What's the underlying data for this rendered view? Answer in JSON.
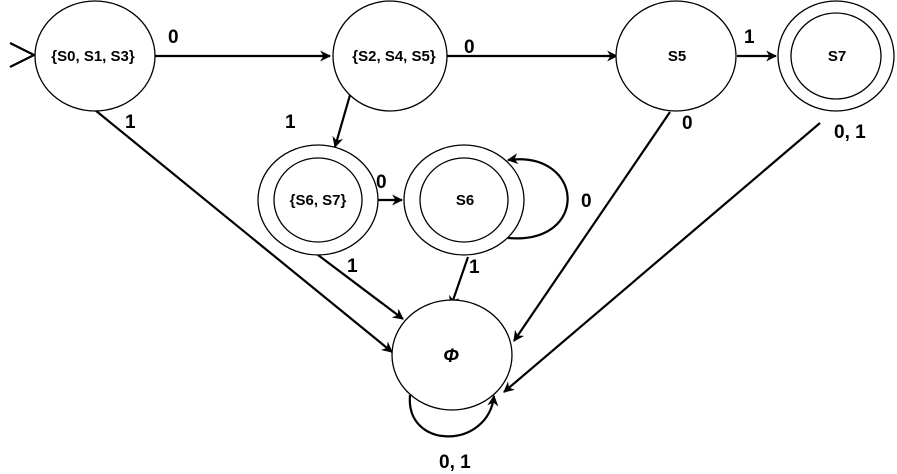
{
  "states": [
    {
      "id": "q0",
      "label": "{S0, S1, S3}",
      "accepting": false
    },
    {
      "id": "q1",
      "label": "{S2, S4, S5}",
      "accepting": false
    },
    {
      "id": "q2",
      "label": "S5",
      "accepting": false
    },
    {
      "id": "q3",
      "label": "S7",
      "accepting": true
    },
    {
      "id": "q4",
      "label": "{S6, S7}",
      "accepting": true
    },
    {
      "id": "q5",
      "label": "S6",
      "accepting": true
    },
    {
      "id": "q6",
      "label": "Φ",
      "accepting": false
    }
  ],
  "start_state": "q0",
  "transitions": [
    {
      "from": "q0",
      "to": "q1",
      "label": "0"
    },
    {
      "from": "q0",
      "to": "q6",
      "label": "1"
    },
    {
      "from": "q1",
      "to": "q2",
      "label": "0"
    },
    {
      "from": "q1",
      "to": "q4",
      "label": "1"
    },
    {
      "from": "q2",
      "to": "q3",
      "label": "1"
    },
    {
      "from": "q2",
      "to": "q6",
      "label": "0"
    },
    {
      "from": "q3",
      "to": "q6",
      "label": "0, 1"
    },
    {
      "from": "q4",
      "to": "q5",
      "label": "0"
    },
    {
      "from": "q4",
      "to": "q6",
      "label": "1"
    },
    {
      "from": "q5",
      "to": "q5",
      "label": "0"
    },
    {
      "from": "q5",
      "to": "q6",
      "label": "1"
    },
    {
      "from": "q6",
      "to": "q6",
      "label": "0, 1"
    }
  ]
}
